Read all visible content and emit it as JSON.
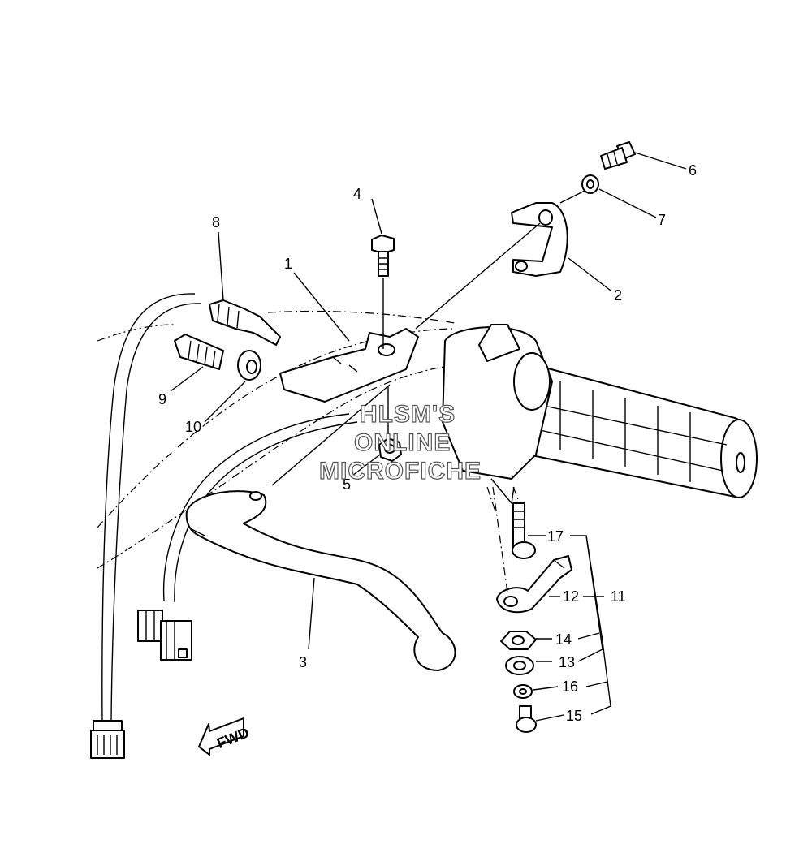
{
  "callouts": {
    "c1": "1",
    "c2": "2",
    "c3": "3",
    "c4": "4",
    "c5": "5",
    "c6": "6",
    "c7": "7",
    "c8": "8",
    "c9": "9",
    "c10": "10",
    "c11": "11",
    "c12": "12",
    "c13": "13",
    "c14": "14",
    "c15": "15",
    "c16": "16",
    "c17": "17"
  },
  "watermark": {
    "line1": "HLSM'S",
    "line2": "ONLINE",
    "line3": "MICROFICHE"
  },
  "direction_label": "FWD"
}
